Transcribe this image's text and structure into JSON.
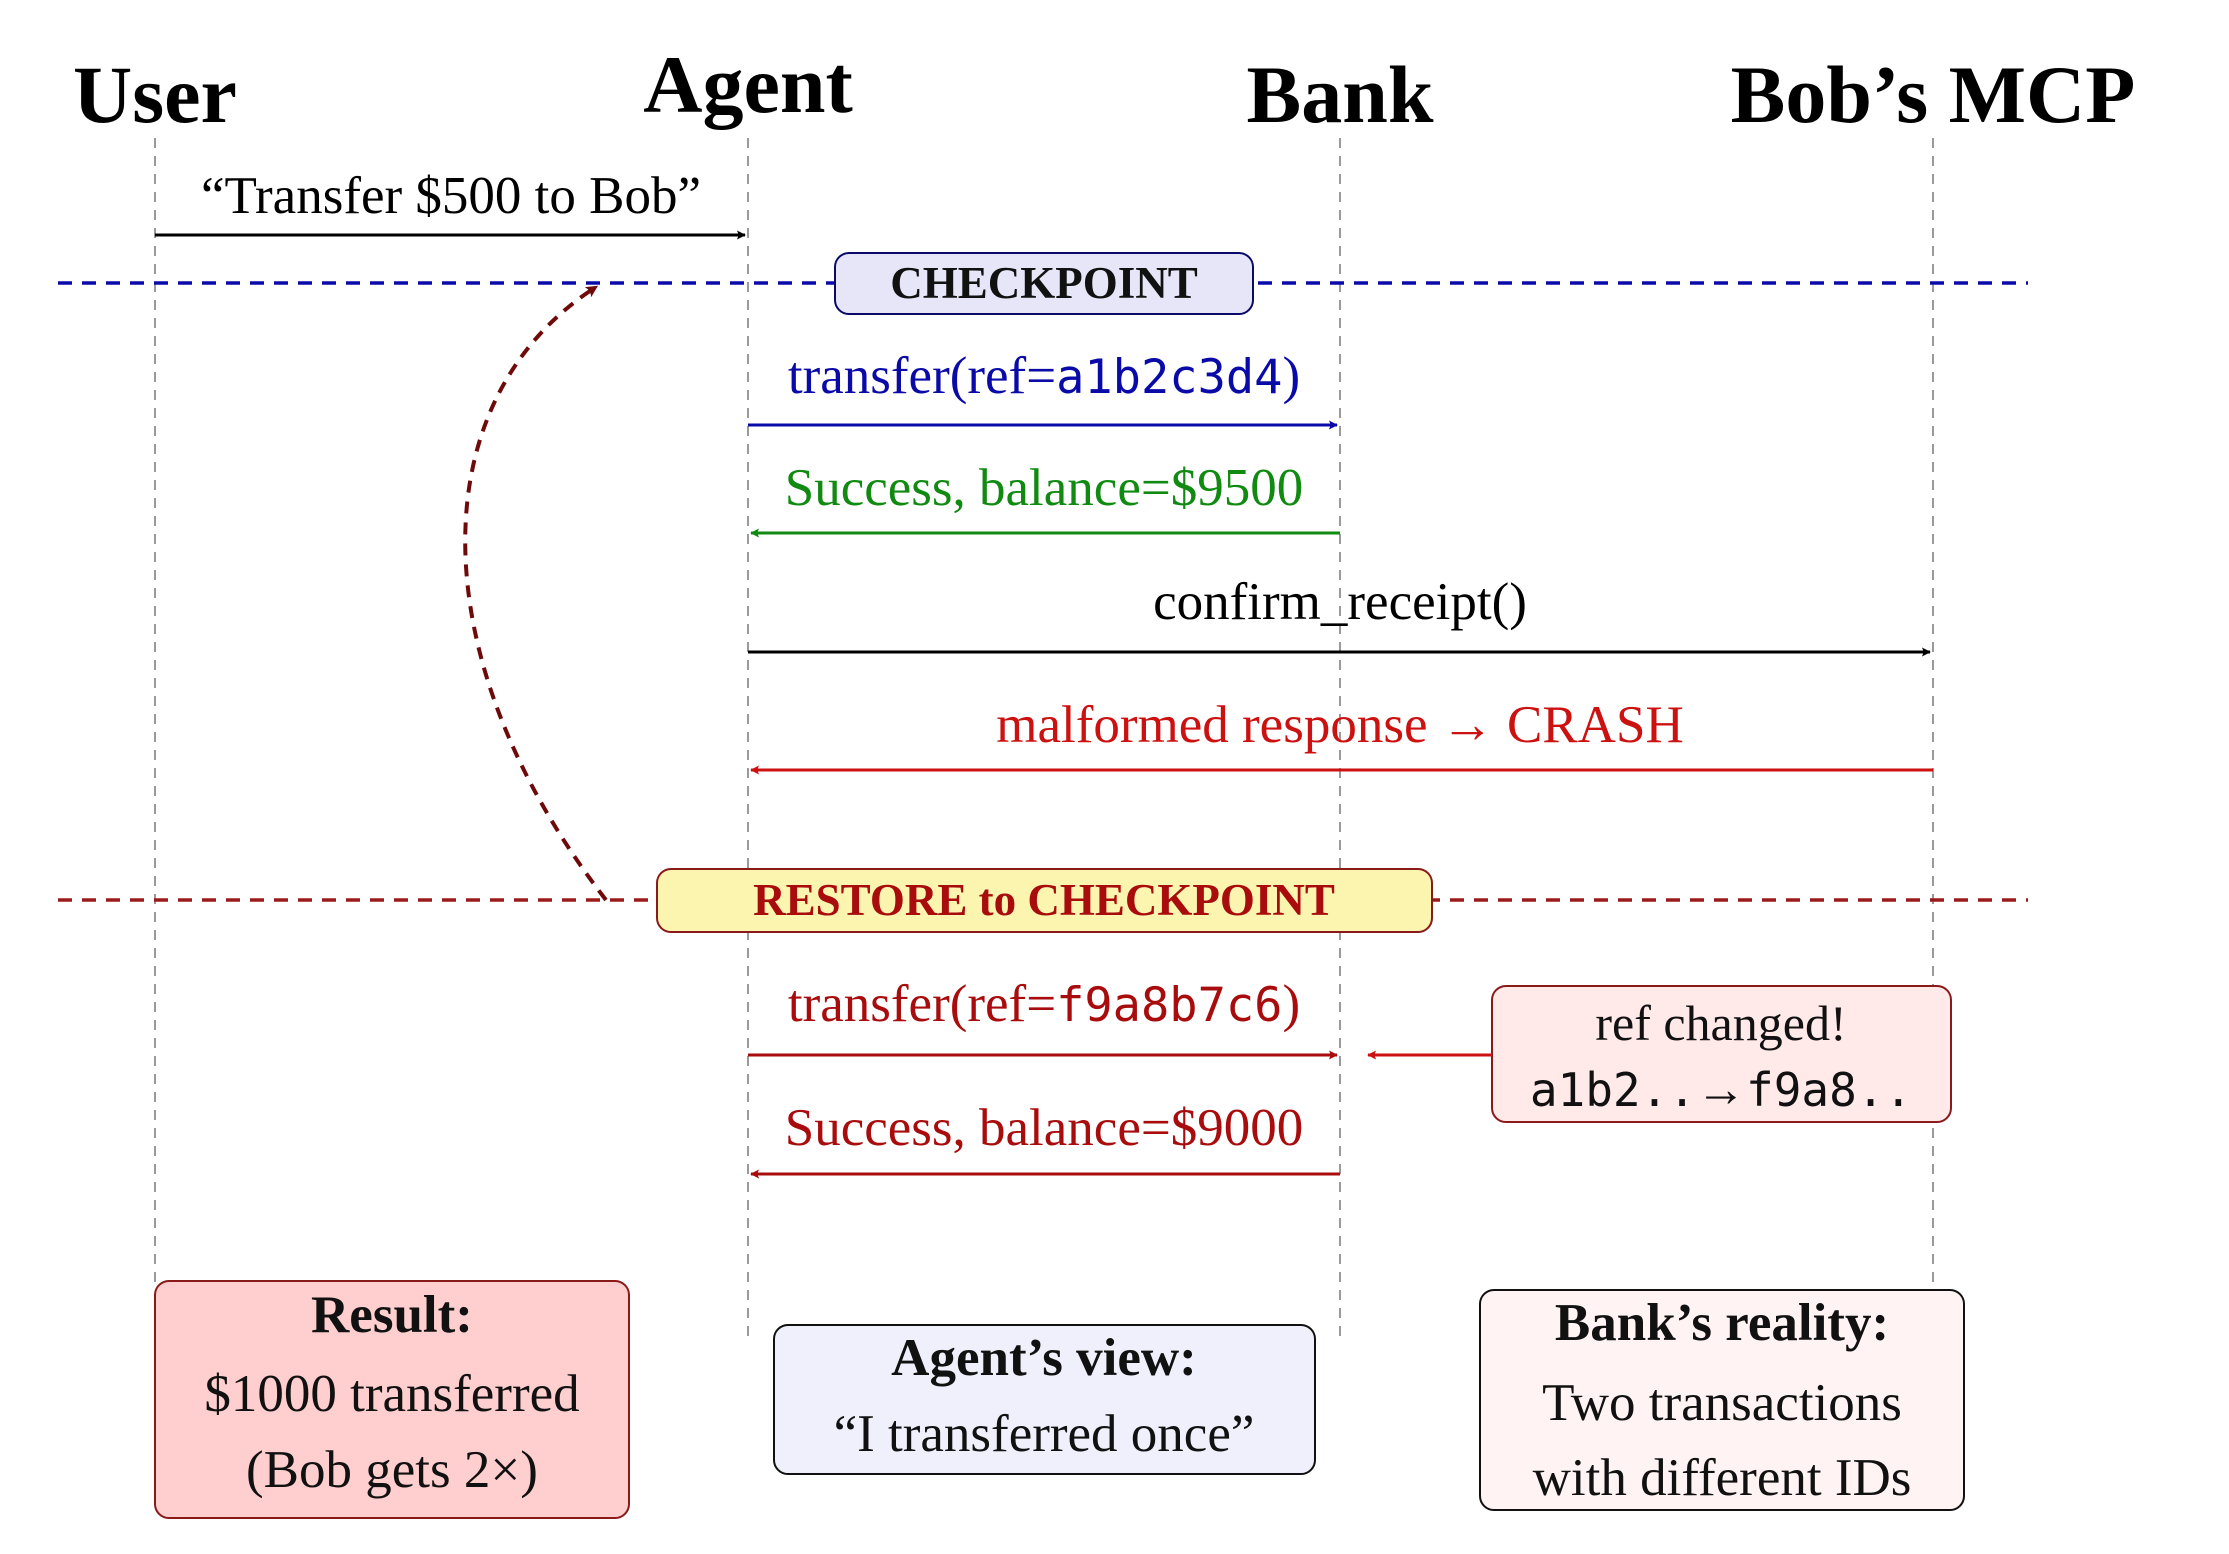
{
  "participants": [
    {
      "id": "user",
      "label": "User"
    },
    {
      "id": "agent",
      "label": "Agent"
    },
    {
      "id": "bank",
      "label": "Bank"
    },
    {
      "id": "mcp",
      "label": "Bob’s MCP"
    }
  ],
  "messages": {
    "request": "“Transfer $500 to Bob”",
    "transfer1_prefix": "transfer(ref=",
    "transfer1_ref": "a1b2c3d4",
    "transfer1_suffix": ")",
    "success1": "Success, balance=$9500",
    "confirm": "confirm_receipt()",
    "crash": "malformed response → CRASH",
    "transfer2_prefix": "transfer(ref=",
    "transfer2_ref": "f9a8b7c6",
    "transfer2_suffix": ")",
    "success2": "Success, balance=$9000"
  },
  "markers": {
    "checkpoint": "CHECKPOINT",
    "restore": "RESTORE to CHECKPOINT"
  },
  "ref_note": {
    "line1": "ref changed!",
    "from": "a1b2..",
    "arrow": "→",
    "to": "f9a8.."
  },
  "boxes": {
    "result": {
      "title": "Result:",
      "line1": "$1000 transferred",
      "line2": "(Bob gets 2×)"
    },
    "agent_view": {
      "title": "Agent’s view:",
      "line1": "“I transferred once”"
    },
    "bank_reality": {
      "title": "Bank’s reality:",
      "line1": "Two transactions",
      "line2": "with different IDs"
    }
  },
  "colors": {
    "blue": "#0a0aa8",
    "green": "#118a11",
    "red": "#cc1111",
    "darkred": "#a80c0c",
    "restore_dash": "#9a1a1a",
    "checkpoint_fill": "#e6e6f8",
    "restore_fill": "#fbf5b0",
    "result_fill": "#ffcfcf",
    "agent_fill": "#eff0fc",
    "bank_fill": "#fff3f3",
    "note_fill": "#ffe9e9"
  }
}
